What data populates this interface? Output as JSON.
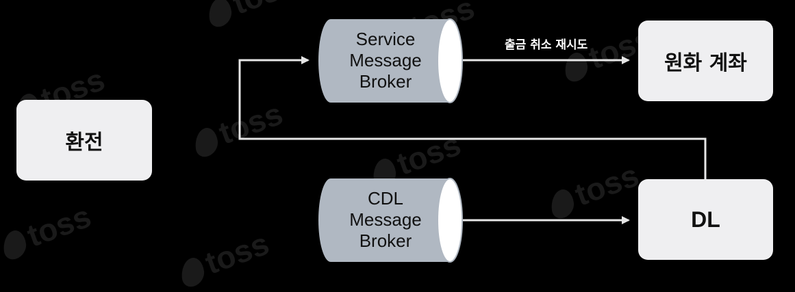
{
  "watermark": {
    "text": "toss",
    "icon": "toss-logo-icon"
  },
  "nodes": {
    "exchange": {
      "label": "환전"
    },
    "service_broker": {
      "lines": [
        "Service",
        "Message",
        "Broker"
      ]
    },
    "cdl_broker": {
      "lines": [
        "CDL",
        "Message",
        "Broker"
      ]
    },
    "krw_account": {
      "label": "원화 계좌"
    },
    "dl": {
      "label": "DL"
    }
  },
  "edges": {
    "broker_to_account_label": "출금 취소 재시도"
  },
  "colors": {
    "background": "#000000",
    "box_fill": "#efeff1",
    "cylinder_fill": "#b0b8c2",
    "cylinder_cap": "#ffffff",
    "wire": "#e6e6e6"
  }
}
